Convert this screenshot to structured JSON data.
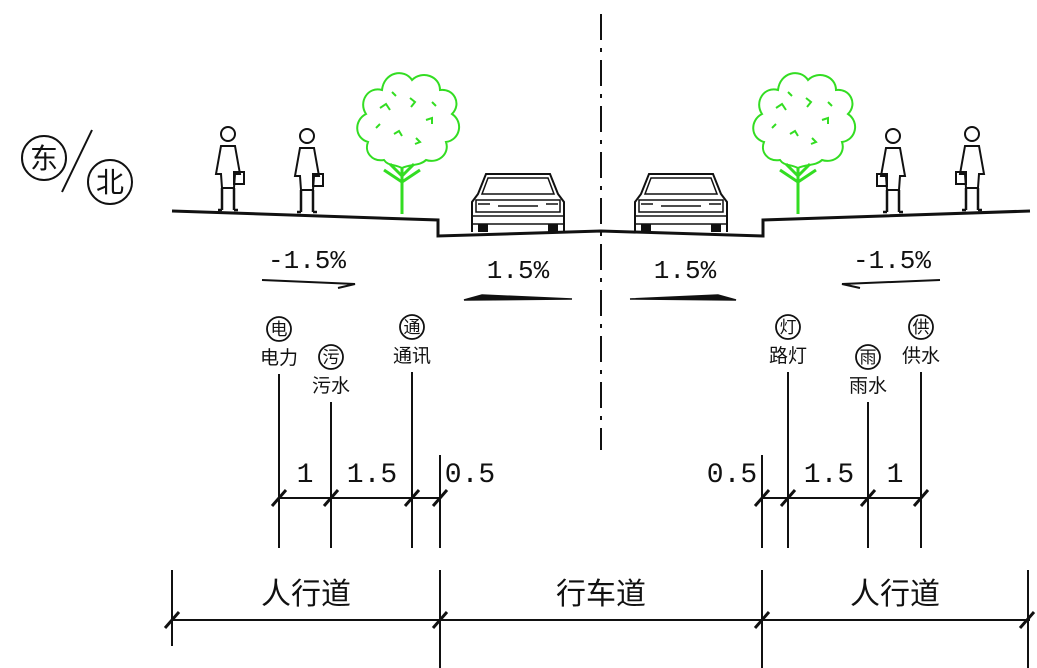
{
  "orientation": {
    "left": "东",
    "right": "北"
  },
  "slopes": {
    "left_sidewalk": "-1.5%",
    "left_road": "1.5%",
    "right_road": "1.5%",
    "right_sidewalk": "-1.5%"
  },
  "utilities": [
    {
      "circle": "电",
      "label": "电力"
    },
    {
      "circle": "污",
      "label": "污水"
    },
    {
      "circle": "通",
      "label": "通讯"
    },
    {
      "circle": "灯",
      "label": "路灯"
    },
    {
      "circle": "雨",
      "label": "雨水"
    },
    {
      "circle": "供",
      "label": "供水"
    }
  ],
  "dimensions": {
    "left": [
      "1",
      "1.5",
      "0.5"
    ],
    "right": [
      "0.5",
      "1.5",
      "1"
    ]
  },
  "sections": [
    "人行道",
    "行车道",
    "人行道"
  ],
  "colors": {
    "tree": "#33dd22",
    "line": "#111111"
  }
}
